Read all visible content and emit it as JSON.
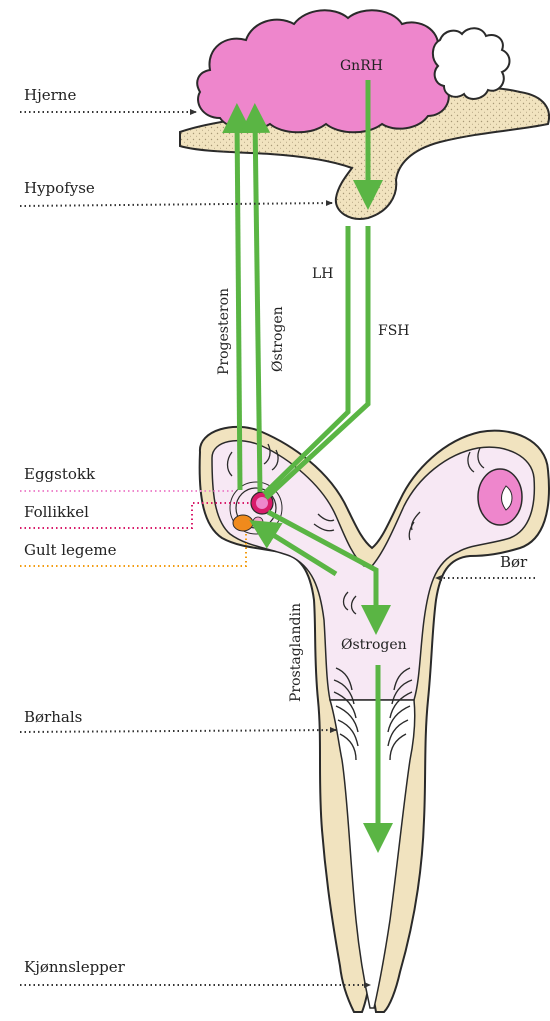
{
  "labels": {
    "hjerne": "Hjerne",
    "hypofyse": "Hypofyse",
    "eggstokk": "Eggstokk",
    "follikkel": "Follikkel",
    "gult_legeme": "Gult legeme",
    "borhals": "Børhals",
    "kjonnslepper": "Kjønnslepper",
    "bor": "Bør"
  },
  "hormones": {
    "gnrh": "GnRH",
    "lh": "LH",
    "fsh": "FSH",
    "progesteron": "Progesteron",
    "ostrogen_up": "Østrogen",
    "prostaglandin": "Prostaglandin",
    "ostrogen_uterus": "Østrogen"
  },
  "colors": {
    "brain": "#ee86cc",
    "cerebellum": "#ffffff",
    "brainstem": "#f1e3bf",
    "uterus_wall": "#f1e3bf",
    "uterus_lumen": "#f7e8f4",
    "arrow": "#5ab544",
    "ovary_core": "#d81b6a",
    "corpus_luteum": "#f08a1c",
    "ovary_right": "#ee86cc",
    "leader_dark": "#333333",
    "leader_eggstokk": "#ee86cc",
    "leader_follikkel": "#d81b6a",
    "leader_gult": "#f39c12"
  }
}
